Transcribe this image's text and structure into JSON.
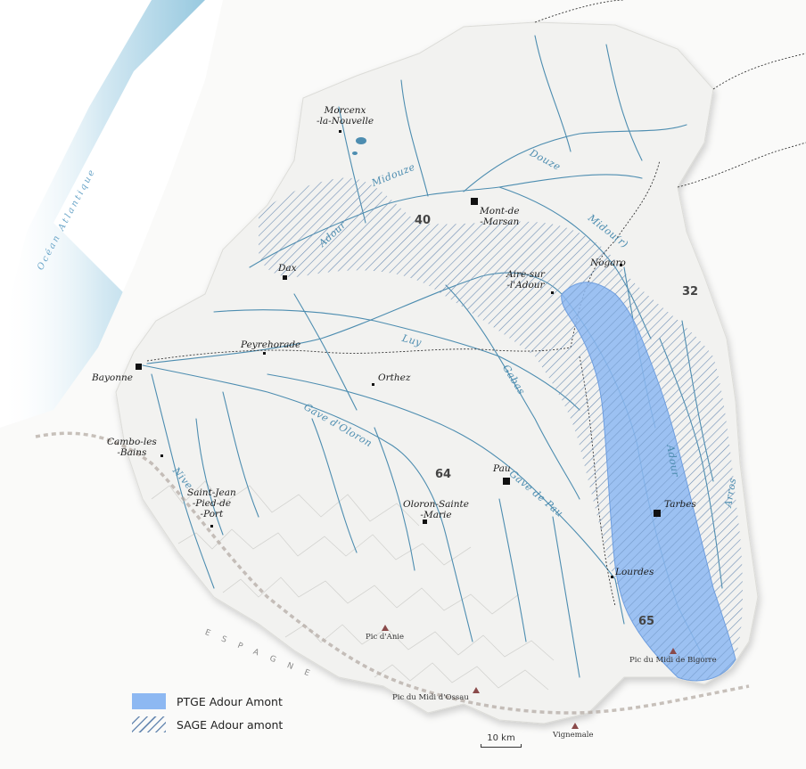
{
  "map": {
    "ocean_label": "Océan Atlantique",
    "country_label": "ESPAGNE",
    "departments": [
      "40",
      "32",
      "64",
      "65"
    ],
    "cities": {
      "morcenx": "Morcenx\n-la-Nouvelle",
      "mont_de_marsan": "Mont-de\n-Marsan",
      "dax": "Dax",
      "nogaro": "Nogaro",
      "aire": "Aire-sur\n-l'Adour",
      "peyrehorade": "Peyrehorade",
      "bayonne": "Bayonne",
      "orthez": "Orthez",
      "cambo": "Cambo-les\n-Bains",
      "saint_jean": "Saint-Jean\n-Pied-de\n-Port",
      "pau": "Pau",
      "oloron": "Oloron-Sainte\n-Marie",
      "tarbes": "Tarbes",
      "lourdes": "Lourdes"
    },
    "rivers": {
      "midouze": "Midouze",
      "douze": "Douze",
      "midou": "Midou(r)",
      "adour": "Adour",
      "luy": "Luy",
      "gabas": "Gabas",
      "gave_oloron": "Gave d'Oloron",
      "gave_pau": "Gave de Pau",
      "nive": "Nive",
      "arros": "Arros",
      "adour_west": "Adour"
    },
    "peaks": {
      "anie": "Pic d'Anie",
      "ossau": "Pic du Midi d'Ossau",
      "bigorre": "Pic du Midi de Bigorre",
      "vignemale": "Vignemale"
    }
  },
  "legend": {
    "ptge": "PTGE Adour Amont",
    "sage": "SAGE Adour amont"
  },
  "colors": {
    "ptge_fill": "#8db8f2",
    "sage_hatch": "#6d8db4",
    "river": "#4d8db0",
    "ocean": "#bfe0ee",
    "basin": "#f3f3f1"
  },
  "scale": {
    "label": "10 km"
  }
}
